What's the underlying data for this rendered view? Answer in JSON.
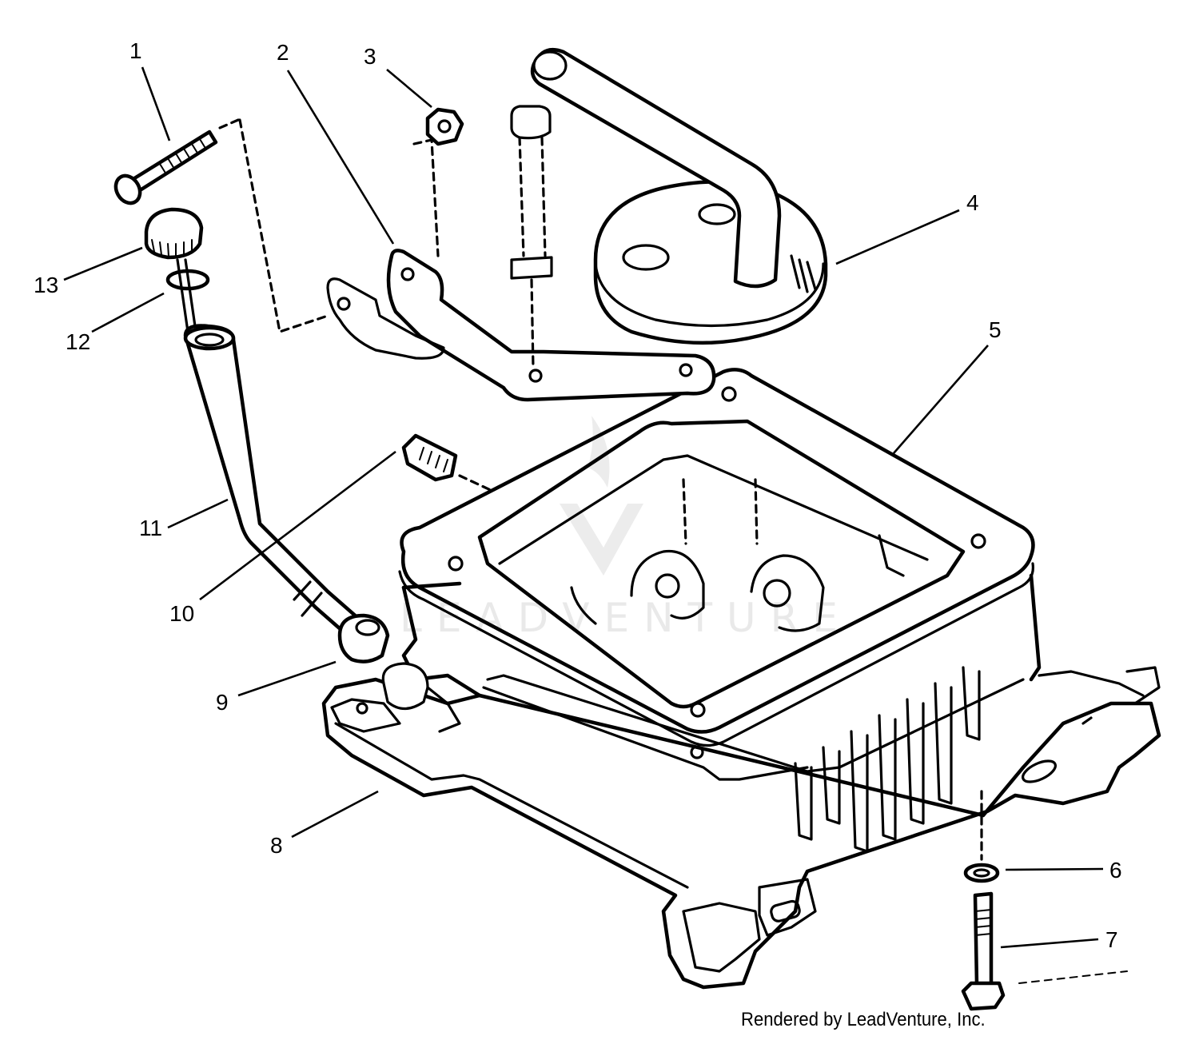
{
  "callouts": [
    {
      "id": "1",
      "label": "1"
    },
    {
      "id": "2",
      "label": "2"
    },
    {
      "id": "3",
      "label": "3"
    },
    {
      "id": "4",
      "label": "4"
    },
    {
      "id": "5",
      "label": "5"
    },
    {
      "id": "6",
      "label": "6"
    },
    {
      "id": "7",
      "label": "7"
    },
    {
      "id": "8",
      "label": "8"
    },
    {
      "id": "9",
      "label": "9"
    },
    {
      "id": "10",
      "label": "10"
    },
    {
      "id": "11",
      "label": "11"
    },
    {
      "id": "12",
      "label": "12"
    },
    {
      "id": "13",
      "label": "13"
    }
  ],
  "watermark": {
    "text": "LEADVENTURE"
  },
  "credit": {
    "text": "Rendered by LeadVenture, Inc."
  }
}
